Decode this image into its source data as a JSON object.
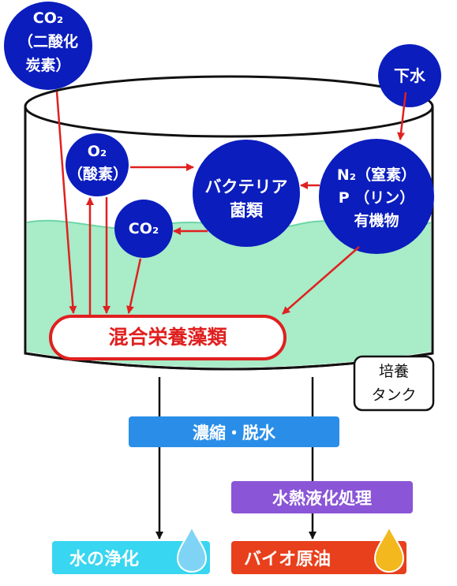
{
  "nodes": {
    "co2_air": [
      "CO₂",
      "（二酸化",
      "炭素）"
    ],
    "sewage": "下水",
    "o2": [
      "O₂",
      "（酸素）"
    ],
    "bacteria": [
      "バクテリア",
      "菌類"
    ],
    "nutrients": [
      "N₂（窒素）",
      "P （リン）",
      "有機物"
    ],
    "co2_tank": "CO₂",
    "algae": "混合栄養藻類",
    "tank": [
      "培養",
      "タンク"
    ]
  },
  "process": {
    "concentration": "濃縮・脱水",
    "hydrothermal": "水熱液化処理",
    "water_purification": "水の浄化",
    "bio_crude": "バイオ原油"
  },
  "colors": {
    "circle": "#0b1dbd",
    "arrow": "#e02020",
    "water": "#a8ecc8",
    "concentration": "#2a8ee8",
    "hydrothermal": "#8a55d6",
    "water_purification": "#38d6f0",
    "bio_crude": "#e8401c",
    "water_drop": "#7fd4f5",
    "oil_drop": "#f2b81d"
  }
}
